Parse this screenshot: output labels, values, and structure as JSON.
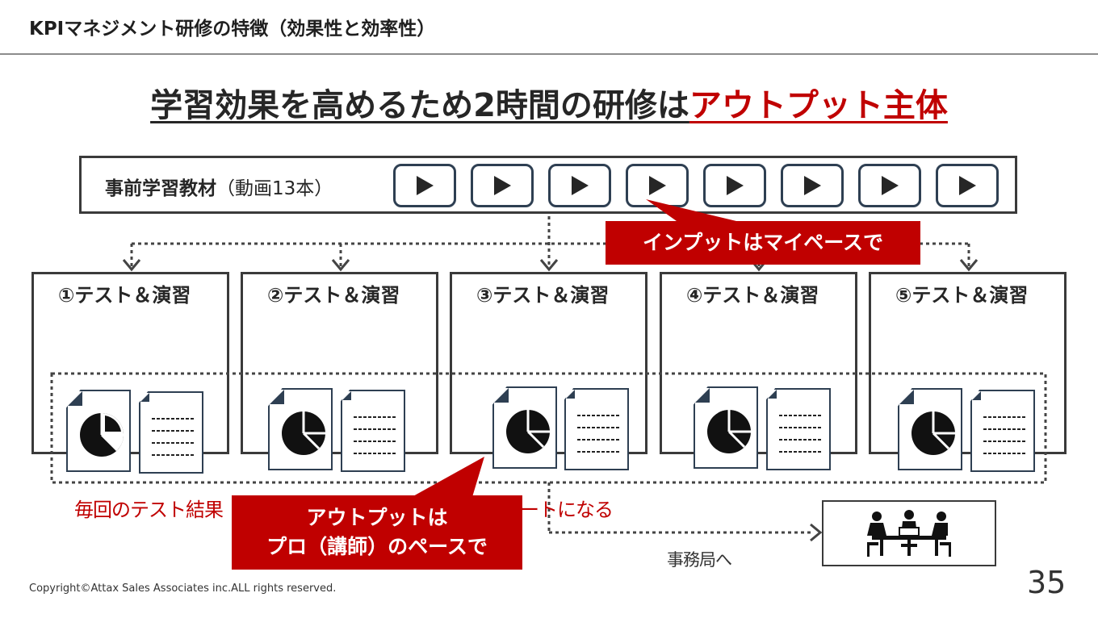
{
  "header": {
    "title": "KPIマネジメント研修の特徴（効果性と効率性）"
  },
  "headline": {
    "part1": "学習効果を高めるため2時間の研修は",
    "part2": "アウトプット主体"
  },
  "materials": {
    "label_bold": "事前学習教材",
    "label_rest": "（動画13本）",
    "video_count": 8
  },
  "callouts": {
    "input": "インプットはマイペースで",
    "output_line1": "アウトプットは",
    "output_line2": "プロ（講師）のペースで"
  },
  "sessions": [
    {
      "title": "①テスト＆演習"
    },
    {
      "title": "②テスト＆演習"
    },
    {
      "title": "③テスト＆演習"
    },
    {
      "title": "④テスト＆演習"
    },
    {
      "title": "⑤テスト＆演習"
    }
  ],
  "results_text": "毎回のテスト結果　　　　　　　　　　　　　　　ポートになる",
  "secretariat": {
    "label": "事務局へ",
    "icon": "meeting-people-icon"
  },
  "footer": {
    "copyright": "Copyright©Attax Sales Associates inc.ALL rights reserved.",
    "page_number": "35"
  },
  "colors": {
    "accent_red": "#c00000",
    "navy": "#2e3f52",
    "dark": "#262626"
  }
}
